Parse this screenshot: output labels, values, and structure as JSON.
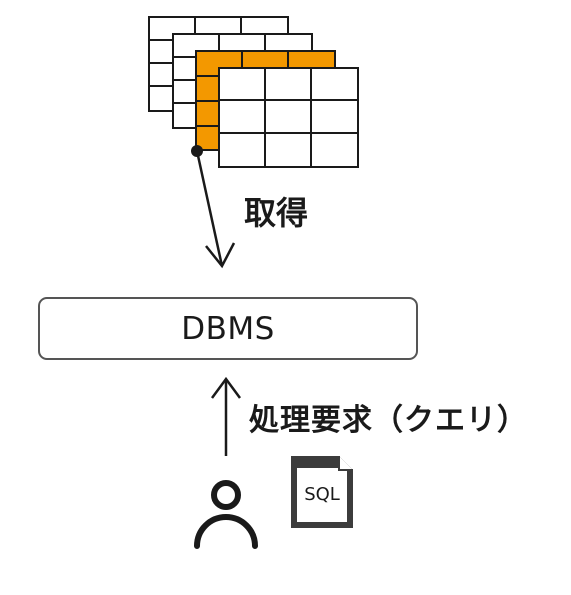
{
  "dbms": {
    "label": "DBMS"
  },
  "fetch": {
    "label": "取得"
  },
  "request": {
    "label": "処理要求（クエリ）"
  },
  "sql_doc": {
    "label": "SQL"
  },
  "colors": {
    "highlight": "#f39800",
    "line": "#1a1a1a",
    "box_border": "#555555",
    "document": "#3c3c3c"
  },
  "icons": [
    "table-stack-icon",
    "user-icon",
    "sql-document-icon",
    "arrow-down-icon",
    "arrow-up-icon"
  ]
}
